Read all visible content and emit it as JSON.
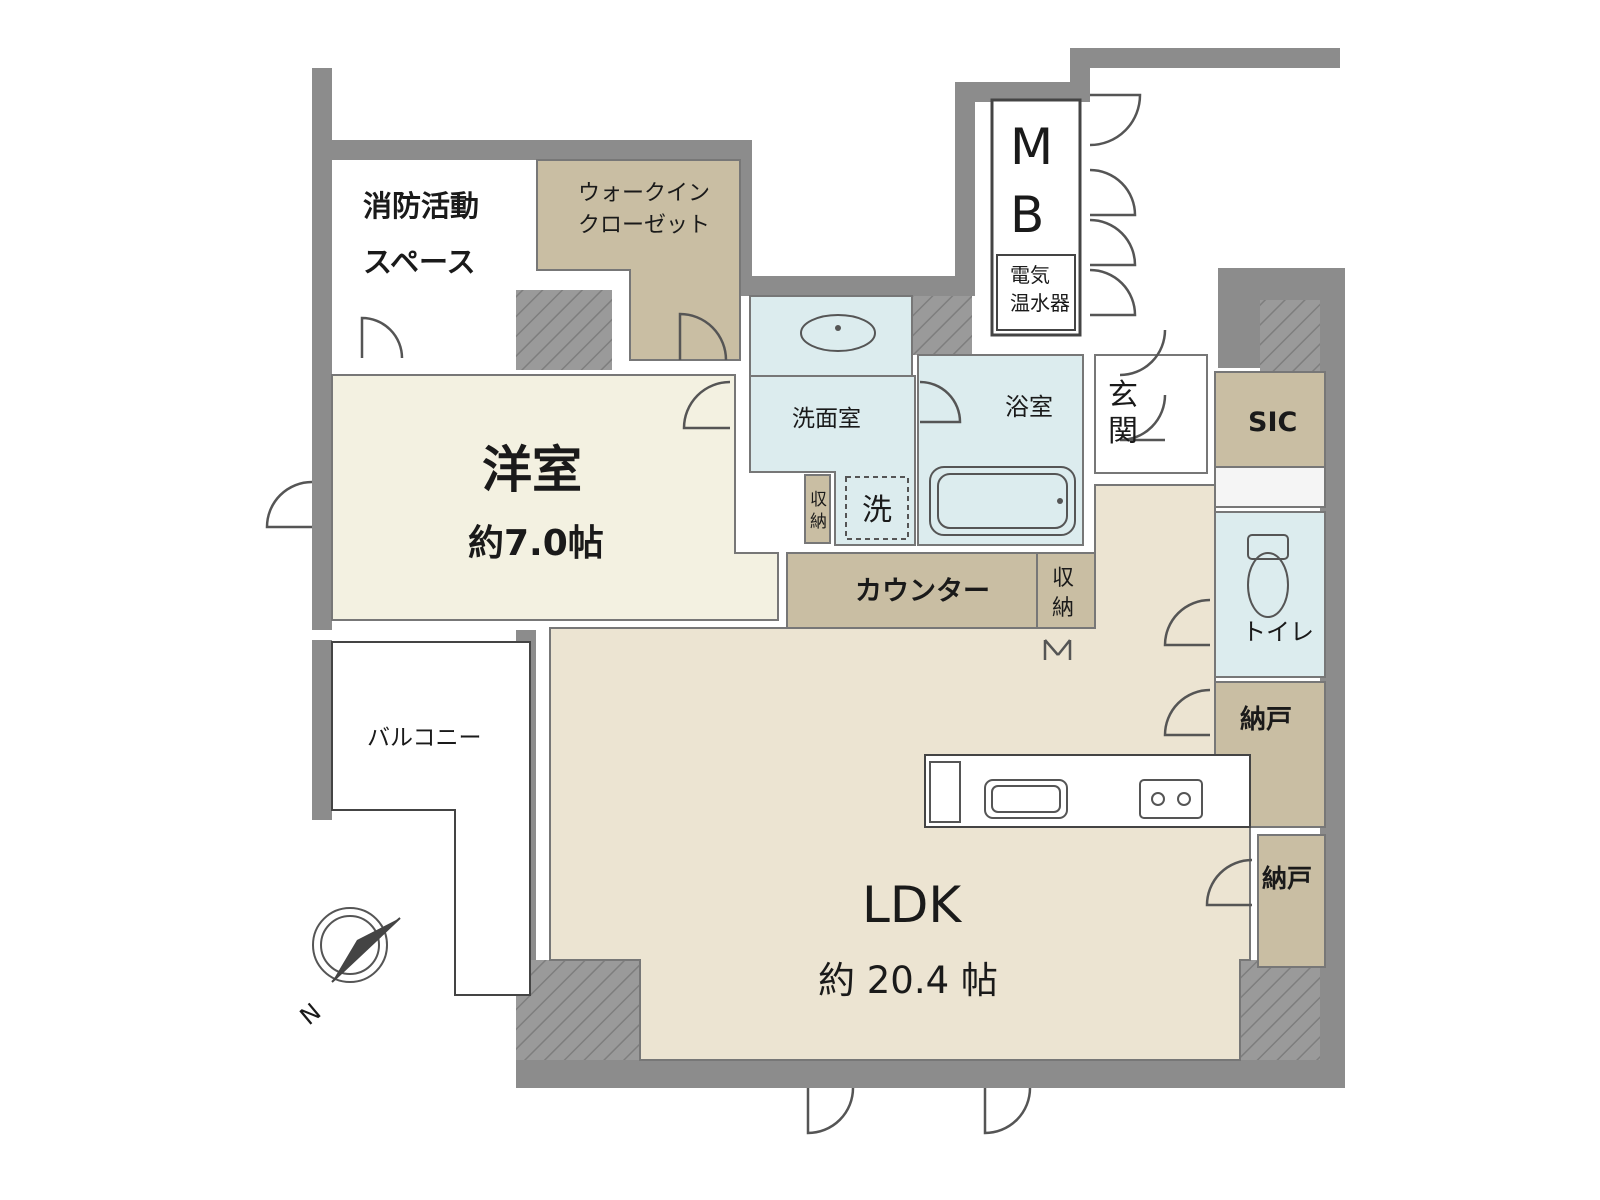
{
  "rooms": {
    "fire_space": "消防活動\nスペース",
    "walk_in_closet": "ウォークイン\nクローゼット",
    "mb": "M\nB",
    "water_heater": "電気\n温水器",
    "western_room": "洋室",
    "western_room_size": "約7.0帖",
    "washroom": "洗面室",
    "bathroom": "浴室",
    "entrance": "玄\n関",
    "sic": "SIC",
    "storage_small": "収\n納",
    "washer": "洗",
    "counter": "カウンター",
    "storage_counter": "収\n納",
    "toilet": "トイレ",
    "closet_1": "納戸",
    "closet_2": "納戸",
    "balcony": "バルコニー",
    "ldk": "LDK",
    "ldk_size": "約 20.4 帖"
  },
  "compass": {
    "label": "N"
  },
  "colors": {
    "wall": "#8c8c8c",
    "ldk_floor": "#ece4d2",
    "western_floor": "#f3f1e1",
    "storage_floor": "#c9bea3",
    "wet_area_floor": "#dcecee",
    "white_floor": "#ffffff"
  }
}
